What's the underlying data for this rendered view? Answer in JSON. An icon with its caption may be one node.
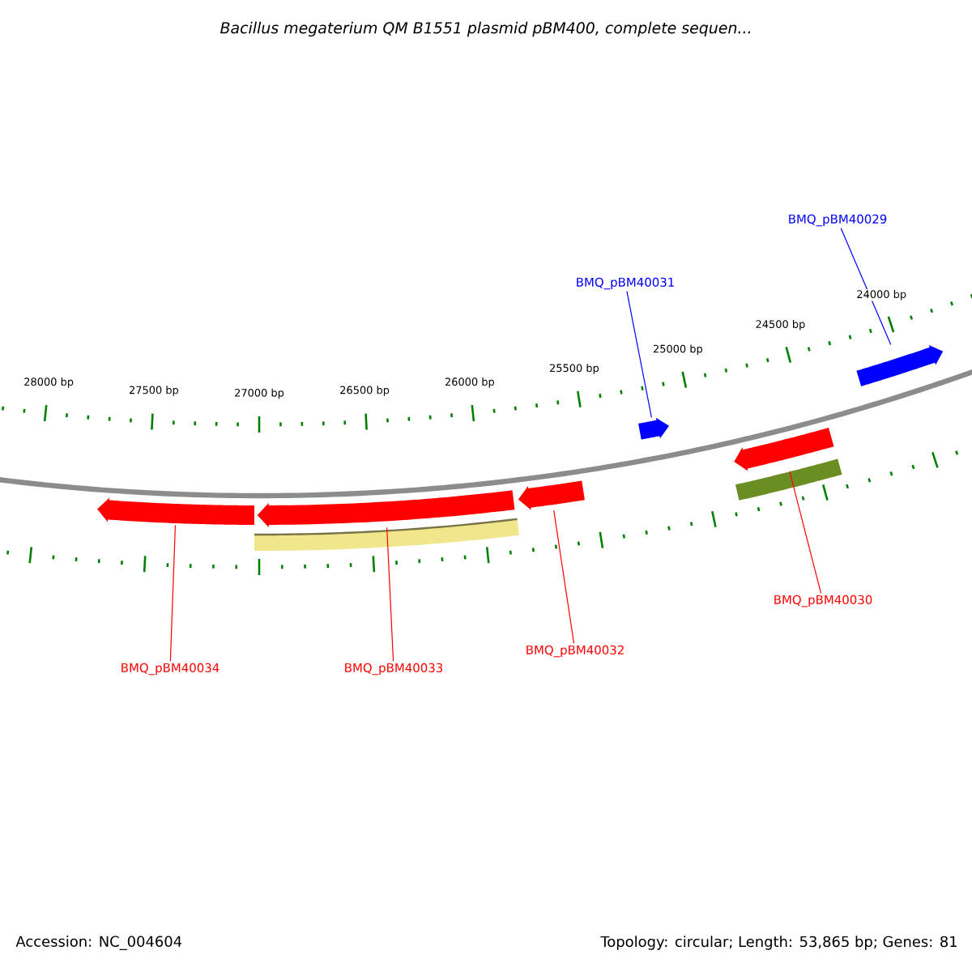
{
  "diagram": {
    "title": "Bacillus megaterium QM B1551 plasmid pBM400, complete sequen...",
    "nodes": [
      {
        "text": [
          "BMQ_pBM40029"
        ]
      },
      {
        "text": [
          "BMQ_pBM40031"
        ]
      },
      {
        "text": [
          "BMQ_pBM40030"
        ]
      },
      {
        "text": [
          "BMQ_pBM40034"
        ]
      },
      {
        "text": [
          "BMQ_pBM40033"
        ]
      },
      {
        "text": [
          "BMQ_pBM40032"
        ]
      },
      {
        "text": [],
        "shape": "pentagon"
      },
      {
        "text": [],
        "shape": "pentagon"
      },
      {
        "text": [],
        "shape": "pentagon"
      },
      {
        "text": [],
        "shape": "pentagon"
      },
      {
        "text": [],
        "shape": "pentagon"
      },
      {
        "text": [],
        "shape": "pentagon"
      }
    ],
    "edges": [
      {
        "from": 0,
        "to": 11,
        "arrow": "none",
        "color": "#0000ff"
      },
      {
        "from": 1,
        "to": 9,
        "arrow": "none",
        "color": "#0000ff"
      },
      {
        "from": 2,
        "to": 10,
        "arrow": "none"
      },
      {
        "from": 3,
        "to": 6,
        "arrow": "none"
      },
      {
        "from": 4,
        "to": 7,
        "arrow": "none"
      },
      {
        "from": 5,
        "to": 8,
        "arrow": "none"
      }
    ],
    "labels": [
      "28000 bp",
      "27500 bp",
      "27000 bp",
      "26500 bp",
      "26000 bp",
      "25500 bp",
      "25000 bp",
      "24500 bp",
      "24000 bp",
      "Accession: NC_004604",
      "Topology: circular; Length: 53,865 bp; Genes: 81"
    ]
  }
}
